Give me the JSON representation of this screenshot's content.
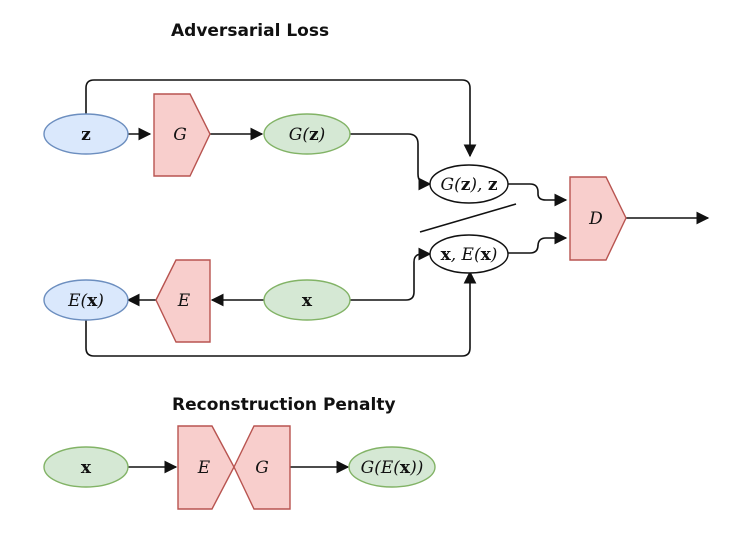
{
  "titles": {
    "adversarial": "Adversarial Loss",
    "reconstruction": "Reconstruction Penalty"
  },
  "nodes": {
    "z": {
      "label": "z"
    },
    "G_top": {
      "label": "G"
    },
    "Gz": {
      "label_pre": "G(",
      "label_bold": "z",
      "label_post": ")"
    },
    "pair_gz": {
      "label_pre": "G(",
      "label_bold": "z",
      "label_mid": "), ",
      "label_bold2": "z"
    },
    "pair_x": {
      "label_bold": "x",
      "label_mid": ", E(",
      "label_bold2": "x",
      "label_post": ")"
    },
    "D": {
      "label": "D"
    },
    "x_mid": {
      "label": "x"
    },
    "E_mid": {
      "label": "E"
    },
    "Ex": {
      "label_pre": "E(",
      "label_bold": "x",
      "label_post": ")"
    },
    "x_bottom": {
      "label": "x"
    },
    "E_bottom": {
      "label": "E"
    },
    "G_bottom": {
      "label": "G"
    },
    "GEx": {
      "label_pre": "G(E(",
      "label_bold": "x",
      "label_post": "))"
    }
  },
  "colors": {
    "blue_fill": "#dae8fc",
    "blue_stroke": "#6c8ebf",
    "green_fill": "#d5e8d4",
    "green_stroke": "#82b366",
    "red_fill": "#f8cecc",
    "red_stroke": "#b85450",
    "neutral_stroke": "#111111"
  }
}
